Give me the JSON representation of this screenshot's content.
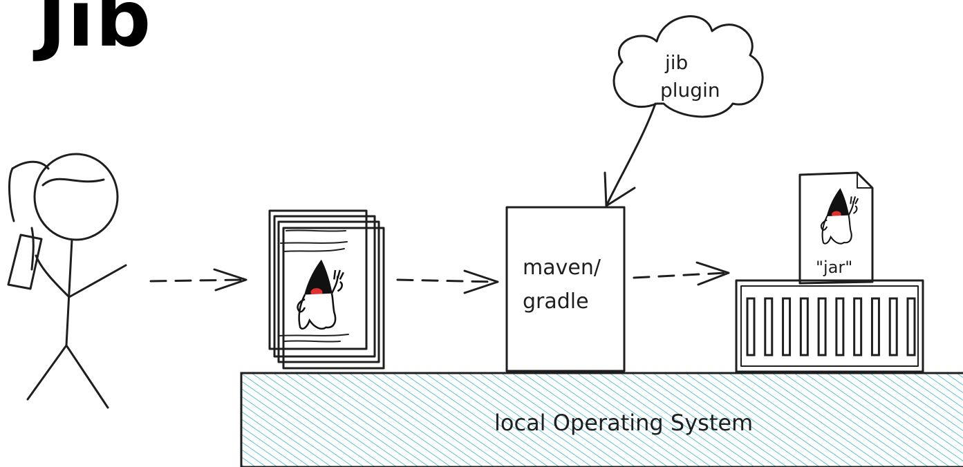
{
  "title": "Jib",
  "cloud_label": [
    "jib",
    "plugin"
  ],
  "build_tool_label": [
    "maven/",
    "gradle"
  ],
  "artifact_label": "\"jar\"",
  "base_label": "local Operating System",
  "colors": {
    "ink": "#1e1e1e",
    "hatch": "#15aabf",
    "duke_nose": "#e03131"
  }
}
